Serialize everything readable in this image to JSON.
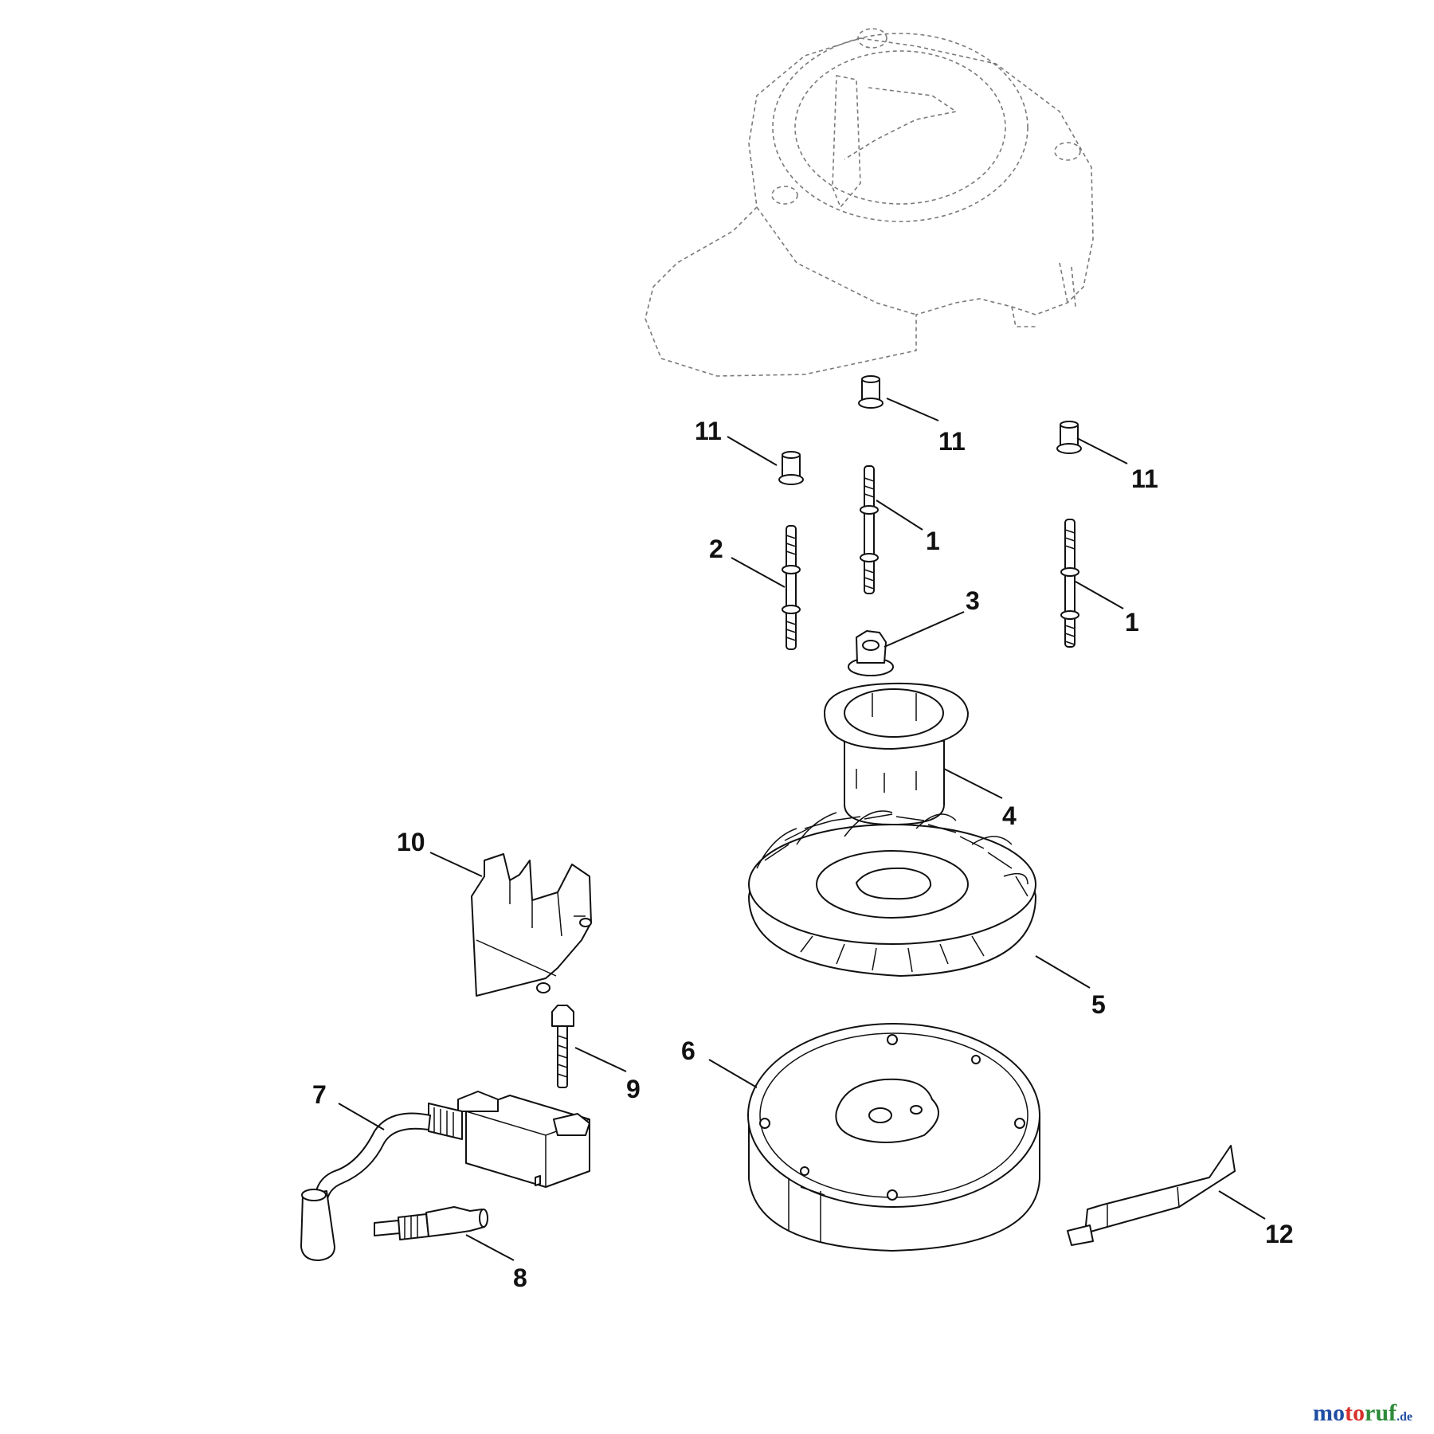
{
  "callouts": {
    "c1a": "1",
    "c1b": "1",
    "c2": "2",
    "c3": "3",
    "c4": "4",
    "c5": "5",
    "c6": "6",
    "c7": "7",
    "c8": "8",
    "c9": "9",
    "c10": "10",
    "c11a": "11",
    "c11b": "11",
    "c11c": "11",
    "c12": "12"
  },
  "watermark": {
    "brand_1": "mo",
    "brand_2": "to",
    "brand_3": "ruf",
    "tld": ".de",
    "colors": [
      "#1f4ea3",
      "#d8302b",
      "#2e8b3a"
    ]
  }
}
